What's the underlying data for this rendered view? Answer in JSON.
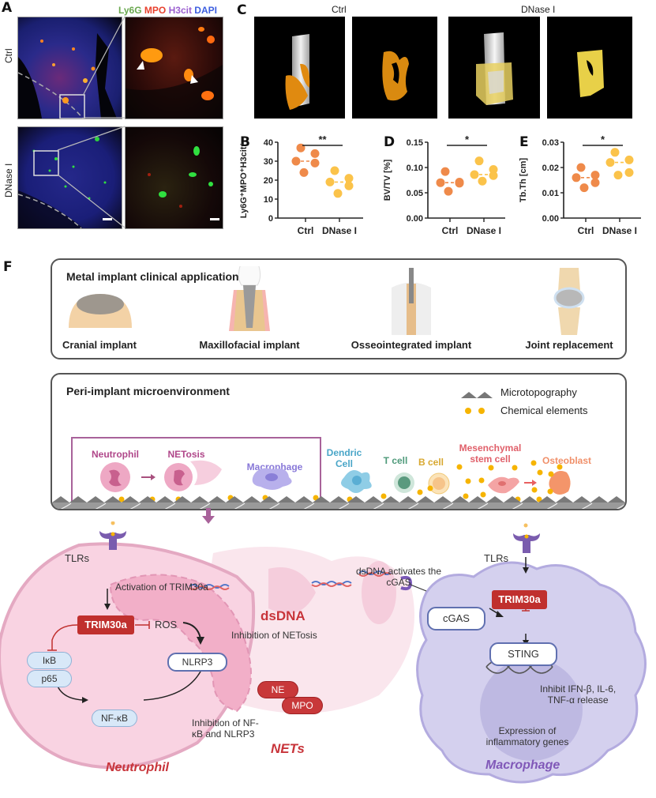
{
  "panels": {
    "A": {
      "label": "A",
      "stain_legend": [
        {
          "text": "Ly6G",
          "color": "#6aa84f"
        },
        {
          "text": "MPO",
          "color": "#e8412e"
        },
        {
          "text": "H3cit",
          "color": "#9b5fd0"
        },
        {
          "text": "DAPI",
          "color": "#3d5fe0"
        }
      ],
      "row_labels": [
        "Ctrl",
        "DNase I"
      ]
    },
    "B": {
      "label": "B"
    },
    "C": {
      "label": "C",
      "group_labels": [
        "Ctrl",
        "DNase I"
      ]
    },
    "D": {
      "label": "D"
    },
    "E": {
      "label": "E"
    },
    "F": {
      "label": "F"
    }
  },
  "chart_data": [
    {
      "id": "B",
      "type": "scatter",
      "title": "",
      "xlabel": "",
      "ylabel": "Ly6G⁺MPO⁺H3cit⁺",
      "categories": [
        "Ctrl",
        "DNase I"
      ],
      "ylim": [
        0,
        40
      ],
      "yticks": [
        "0",
        "10",
        "20",
        "30",
        "40"
      ],
      "ytick_values": [
        0,
        10,
        20,
        30,
        40
      ],
      "series": [
        {
          "name": "Ctrl",
          "color": "#ef8a4a",
          "values": [
            37,
            34,
            30,
            29,
            24
          ],
          "median": 30
        },
        {
          "name": "DNase I",
          "color": "#fbc34a",
          "values": [
            25,
            21,
            19,
            17,
            13
          ],
          "median": 19
        }
      ],
      "significance": "**"
    },
    {
      "id": "D",
      "type": "scatter",
      "title": "",
      "xlabel": "",
      "ylabel": "BV/TV [%]",
      "categories": [
        "Ctrl",
        "DNase I"
      ],
      "ylim": [
        0,
        0.15
      ],
      "yticks": [
        "0.00",
        "0.05",
        "0.10",
        "0.15"
      ],
      "ytick_values": [
        0,
        0.05,
        0.1,
        0.15
      ],
      "series": [
        {
          "name": "Ctrl",
          "color": "#ef8a4a",
          "values": [
            0.092,
            0.071,
            0.07,
            0.069,
            0.053
          ],
          "median": 0.07
        },
        {
          "name": "DNase I",
          "color": "#fbc34a",
          "values": [
            0.113,
            0.096,
            0.086,
            0.084,
            0.073
          ],
          "median": 0.086
        }
      ],
      "significance": "*"
    },
    {
      "id": "E",
      "type": "scatter",
      "title": "",
      "xlabel": "",
      "ylabel": "Tb.Th [cm]",
      "categories": [
        "Ctrl",
        "DNase I"
      ],
      "ylim": [
        0,
        0.03
      ],
      "yticks": [
        "0.00",
        "0.01",
        "0.02",
        "0.03"
      ],
      "ytick_values": [
        0,
        0.01,
        0.02,
        0.03
      ],
      "series": [
        {
          "name": "Ctrl",
          "color": "#ef8a4a",
          "values": [
            0.02,
            0.017,
            0.016,
            0.014,
            0.012
          ],
          "median": 0.016
        },
        {
          "name": "DNase I",
          "color": "#fbc34a",
          "values": [
            0.026,
            0.023,
            0.022,
            0.018,
            0.017
          ],
          "median": 0.022
        }
      ],
      "significance": "*"
    }
  ],
  "diagram": {
    "applications": {
      "title": "Metal implant clinical applications",
      "items": [
        "Cranial implant",
        "Maxillofacial implant",
        "Osseointegrated implant",
        "Joint replacement"
      ]
    },
    "microenvironment": {
      "title": "Peri-implant microenvironment",
      "legend": [
        "Microtopography",
        "Chemical elements"
      ],
      "cells": [
        {
          "name": "Neutrophil",
          "color": "#b0478a"
        },
        {
          "name": "NETosis",
          "color": "#b0478a"
        },
        {
          "name": "Macrophage",
          "color": "#8878d8"
        },
        {
          "name": "Dendric\nCell",
          "color": "#4aa6c8"
        },
        {
          "name": "T cell",
          "color": "#4e9a7a"
        },
        {
          "name": "B cell",
          "color": "#d8a830"
        },
        {
          "name": "Mesenchymal\nstem cell",
          "color": "#e0606a"
        },
        {
          "name": "Osteoblast",
          "color": "#f0906a"
        }
      ]
    },
    "mechanism": {
      "tlrs_left": "TLRs",
      "activation": "Activation of TRIM30a",
      "trim_left": "TRIM30a",
      "ros": "ROS",
      "ikb": "IκB",
      "p65": "p65",
      "nlrp3": "NLRP3",
      "nfkb": "NF-κB",
      "inhibition_nfkb": "Inhibition of NF-\nκB and NLRP3",
      "neutrophil": "Neutrophil",
      "dsdna": "dsDNA",
      "inhibition_netosis": "Inhibition of NETosis",
      "ne": "NE",
      "mpo": "MPO",
      "nets": "NETs",
      "dsdna_activates": "dsDNA activates the\ncGAS",
      "tlrs_right": "TLRs",
      "trim_right": "TRIM30a",
      "cgas": "cGAS",
      "sting": "STING",
      "inhibit_cytokines": "Inhibit IFN-β, IL-6,\nTNF-α release",
      "expression": "Expression of\ninflammatory genes",
      "macrophage": "Macrophage"
    }
  }
}
